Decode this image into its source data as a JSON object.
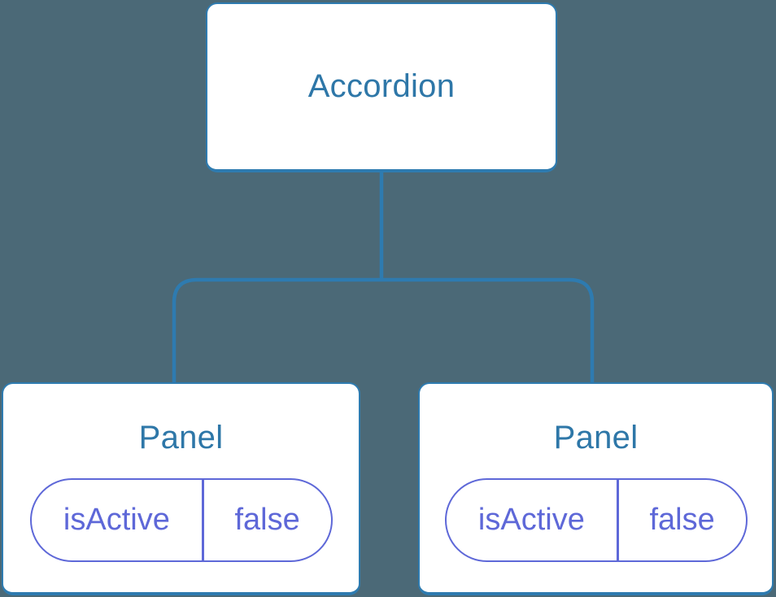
{
  "diagram": {
    "type": "component-tree",
    "root": {
      "label": "Accordion"
    },
    "children": [
      {
        "label": "Panel",
        "state": {
          "name": "isActive",
          "value": "false"
        }
      },
      {
        "label": "Panel",
        "state": {
          "name": "isActive",
          "value": "false"
        }
      }
    ]
  },
  "colors": {
    "background": "#4b6977",
    "node_fill": "#ffffff",
    "node_border": "#2e7bb0",
    "node_text": "#2e77a8",
    "connector": "#2e7bb0",
    "state_accent": "#5e68d8"
  }
}
